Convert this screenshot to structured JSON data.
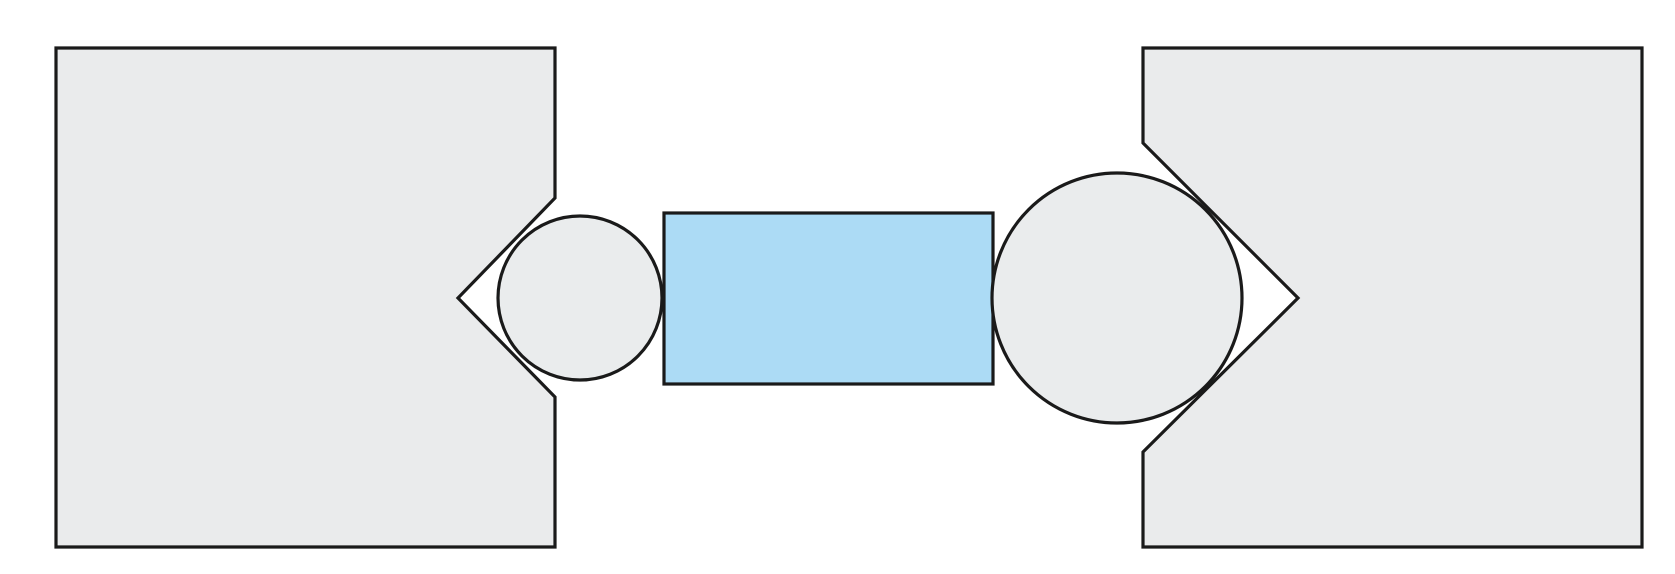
{
  "colors": {
    "background": "#ffffff",
    "block_fill": "#eaebec",
    "circle_fill": "#eaeced",
    "rectangle_fill": "#acdbf5",
    "outline": "#1a1a1a"
  },
  "shapes": {
    "left_block": {
      "notch": "v-groove"
    },
    "right_block": {
      "notch": "v-groove"
    },
    "left_circle": {
      "size": "small"
    },
    "right_circle": {
      "size": "large"
    },
    "center_rectangle": {}
  }
}
